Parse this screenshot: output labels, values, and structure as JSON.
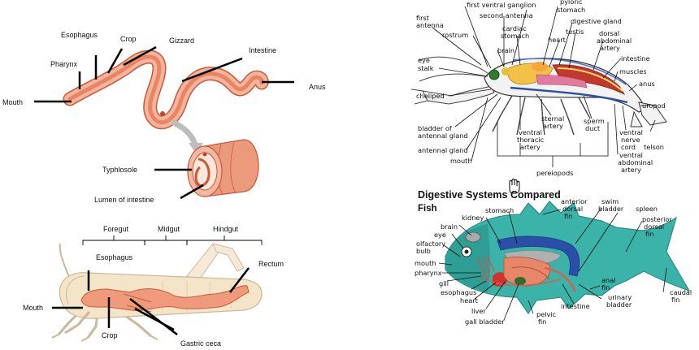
{
  "earthworm": {
    "labels": {
      "esophagus": "Esophagus",
      "crop": "Crop",
      "gizzard": "Gizzard",
      "pharynx": "Pharynx",
      "intestine": "Intestine",
      "anus": "Anus",
      "mouth": "Mouth",
      "typhlosole": "Typhlosole",
      "lumen": "Lumen of intestine"
    }
  },
  "grasshopper": {
    "labels": {
      "foregut": "Foregut",
      "midgut": "Midgut",
      "hindgut": "Hindgut",
      "esophagus": "Esophagus",
      "rectum": "Rectum",
      "mouth": "Mouth",
      "crop": "Crop",
      "gastric_ceca": "Gastric ceca"
    }
  },
  "crayfish": {
    "labels": {
      "first_ventral_ganglion": "first ventral ganglion",
      "pyloric_1": "pyloric",
      "pyloric_2": "stomach",
      "first_antenna_1": "first",
      "first_antenna_2": "antenna",
      "second_antenna": "second antenna",
      "digestive_gland": "digestive gland",
      "rostrum": "rostrum",
      "cardiac_1": "cardiac",
      "cardiac_2": "stomach",
      "testis": "testis",
      "heart": "heart",
      "dorsal_1": "dorsal",
      "dorsal_2": "abdominal",
      "dorsal_3": "artery",
      "brain": "brain",
      "intestine": "intestine",
      "eye_1": "eye",
      "eye_2": "stalk",
      "muscles": "muscles",
      "anus": "anus",
      "cheliped": "cheliped",
      "uropod": "uropod",
      "sternal_1": "sternal",
      "sternal_2": "artery",
      "sperm_1": "sperm",
      "sperm_2": "duct",
      "bladder_1": "bladder of",
      "bladder_2": "antennal gland",
      "vthor_1": "ventral",
      "vthor_2": "thoracic",
      "vthor_3": "artery",
      "vnerve_1": "ventral",
      "vnerve_2": "nerve",
      "vnerve_3": "cord",
      "telson": "telson",
      "antennal_gland": "antennal gland",
      "mouth": "mouth",
      "vabd_1": "ventral",
      "vabd_2": "abdominal",
      "vabd_3": "artery",
      "pereiopods": "pereiopods"
    }
  },
  "fish": {
    "title": "Digestive Systems Compared",
    "subtitle": "Fish",
    "labels": {
      "stomach": "stomach",
      "kidney": "kidney",
      "brain": "brain",
      "eye": "eye",
      "olfactory_1": "olfactory",
      "olfactory_2": "bulb",
      "mouth": "mouth",
      "pharynx": "pharynx",
      "gill": "gill",
      "esophagus": "esophagus",
      "heart": "heart",
      "liver": "liver",
      "gall_bladder": "gall bladder",
      "anterior_1": "anterior",
      "anterior_2": "dorsal",
      "anterior_3": "fin",
      "swim_1": "swim",
      "swim_2": "bladder",
      "spleen": "spleen",
      "posterior_1": "posterior",
      "posterior_2": "dorsal",
      "posterior_3": "fin",
      "anal_1": "anal",
      "anal_2": "fin",
      "caudal_1": "caudal",
      "caudal_2": "fin",
      "urinary_1": "urinary",
      "urinary_2": "bladder",
      "intestine": "intestine",
      "pelvic_1": "pelvic",
      "pelvic_2": "fin"
    }
  },
  "colors": {
    "worm_skin": "#f0a88c",
    "worm_outline": "#c8583a",
    "grasshopper_body": "#f4e4c8",
    "gut": "#f09a7c",
    "fish_body": "#3bb3a8",
    "crayfish_shell": "#f2f2f2"
  },
  "icons": {
    "cursor": "hand-pointer-icon"
  }
}
